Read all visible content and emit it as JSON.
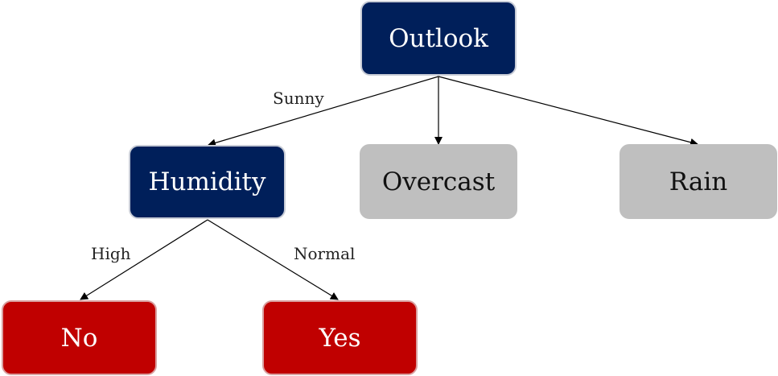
{
  "nodes": {
    "outlook": "Outlook",
    "humidity": "Humidity",
    "overcast": "Overcast",
    "rain": "Rain",
    "no": "No",
    "yes": "Yes"
  },
  "edges": {
    "sunny": "Sunny",
    "high": "High",
    "normal": "Normal"
  },
  "colors": {
    "decision_node": "#001f5a",
    "leaf_neutral": "#bfbfbf",
    "leaf_outcome": "#c00000",
    "edge": "#000000"
  }
}
